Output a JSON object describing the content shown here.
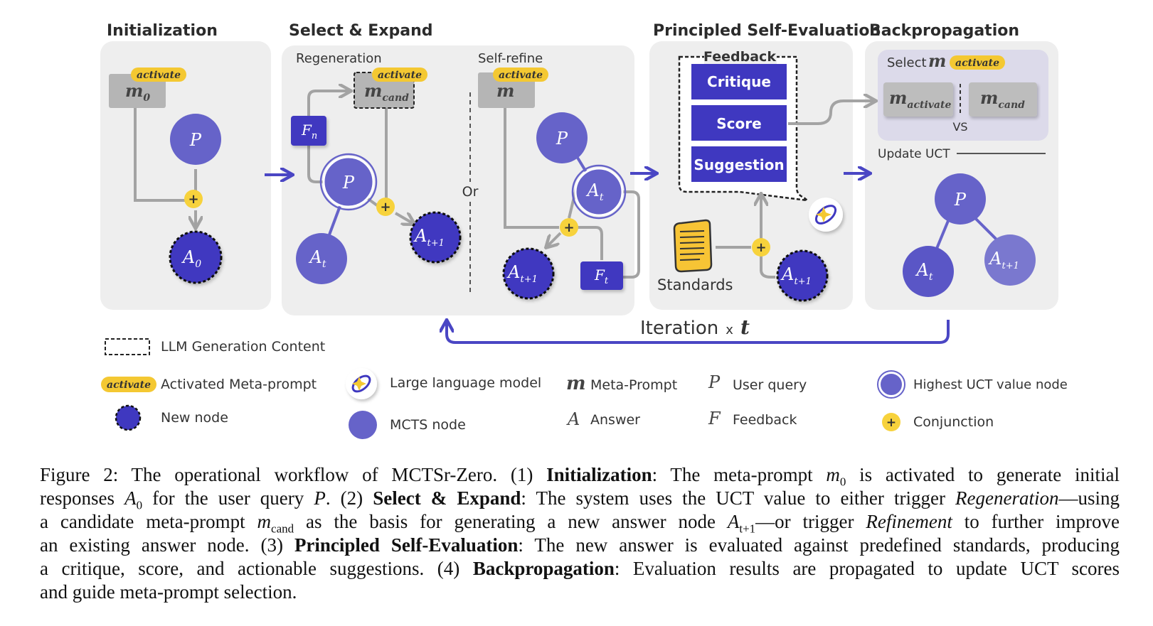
{
  "colors": {
    "panel": "#eeeeee",
    "node": "#6663c9",
    "node_dark": "#3f38c0",
    "arrow": "#4a46c4",
    "connector": "#a3a3a3",
    "activate_badge": "#f4c832",
    "conjunction": "#f7d23c",
    "meta_box": "#b5b5b5"
  },
  "sections": {
    "initialization": "Initialization",
    "select_expand": "Select & Expand",
    "self_evaluation": "Principled Self-Evaluation",
    "backpropagation": "Backpropagation"
  },
  "labels": {
    "regeneration": "Regeneration",
    "self_refine": "Self-refine",
    "or": "Or",
    "feedback": "Feedback",
    "critique": "Critique",
    "score": "Score",
    "suggestion": "Suggestion",
    "standards": "Standards",
    "select": "Select",
    "vs": "VS",
    "update_uct": "Update UCT",
    "iteration": "Iteration",
    "iteration_x": "x",
    "iteration_t": "t",
    "activate": "activate"
  },
  "symbols": {
    "m": "m",
    "sub_0": "0",
    "sub_cand": "cand",
    "sub_activate": "activate",
    "P": "P",
    "A": "A",
    "F": "F",
    "sub_t": "t",
    "sub_t1": "t+1",
    "sub_n": "n",
    "plus": "+"
  },
  "legend": {
    "llm_content": "LLM Generation Content",
    "activated": "Activated Meta-prompt",
    "new_node": "New node",
    "llm": "Large language model",
    "mcts": "MCTS node",
    "meta_prompt": "Meta-Prompt",
    "answer": "Answer",
    "user_query": "User query",
    "feedback": "Feedback",
    "highest": "Highest UCT value node",
    "conjunction": "Conjunction"
  },
  "icons": {
    "llm": "llm-sparkle-icon",
    "standards": "standards-document-icon"
  },
  "caption": {
    "l1_a": "Figure 2: The operational workflow of MCTSr-Zero. (1) ",
    "l1_b": "Initialization",
    "l1_c": ": The meta-prompt ",
    "l1_m": "m",
    "l1_sub": "0",
    "l1_d": " is activated to generate initial",
    "l2_a": "responses ",
    "l2_A": "A",
    "l2_sub": "0",
    "l2_b": " for the user query ",
    "l2_P": "P",
    "l2_c": ". (2) ",
    "l2_d": "Select & Expand",
    "l2_e": ": The system uses the UCT value to either trigger ",
    "l2_f": "Regeneration",
    "l2_g": "—using",
    "l3_a": "a candidate meta-prompt ",
    "l3_m": "m",
    "l3_sub": "cand",
    "l3_b": " as the basis for generating a new answer node ",
    "l3_A": "A",
    "l3_sub2": "t+1",
    "l3_c": "—or trigger ",
    "l3_d": "Refinement",
    "l3_e": " to further improve",
    "l4_a": "an existing answer node. (3) ",
    "l4_b": "Principled Self-Evaluation",
    "l4_c": ": The new answer is evaluated against predefined standards, producing",
    "l5_a": "a critique, score, and actionable suggestions. (4) ",
    "l5_b": "Backpropagation",
    "l5_c": ": Evaluation results are propagated to update UCT scores",
    "l6": "and guide meta-prompt selection."
  }
}
